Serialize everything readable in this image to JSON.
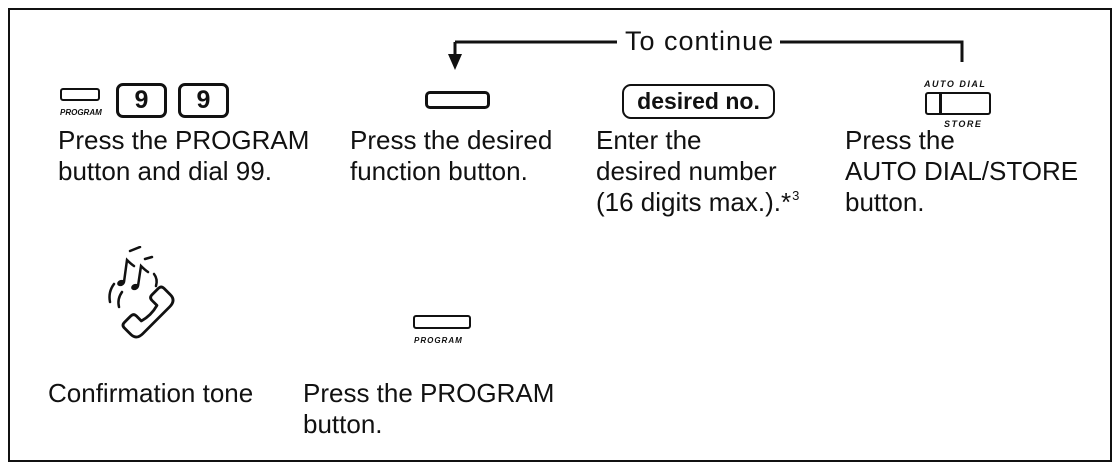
{
  "colors": {
    "ink": "#111111",
    "background": "#ffffff"
  },
  "icons": {
    "continue_arrow": "arrow-down-icon",
    "function_button": "function-button-icon",
    "confirmation": "handset-with-tone-icon"
  },
  "continue_label": "To continue",
  "step_program_dial": {
    "button_label": "PROGRAM",
    "keys": [
      "9",
      "9"
    ],
    "text": [
      "Press the PROGRAM",
      "button and dial 99."
    ]
  },
  "step_function_button": {
    "text": [
      "Press the desired",
      "function button."
    ]
  },
  "step_enter_number": {
    "key_label": "desired no.",
    "text": [
      "Enter the",
      "desired number",
      "(16 digits max.).*"
    ],
    "footnote_ref": "3"
  },
  "step_auto_dial_store": {
    "button_top_label": "AUTO DIAL",
    "button_bottom_label": "STORE",
    "text": [
      "Press the",
      "AUTO DIAL/STORE",
      "button."
    ]
  },
  "step_confirmation": {
    "text": [
      "Confirmation tone"
    ]
  },
  "step_program_exit": {
    "button_label": "PROGRAM",
    "text": [
      "Press the PROGRAM",
      "button."
    ]
  }
}
